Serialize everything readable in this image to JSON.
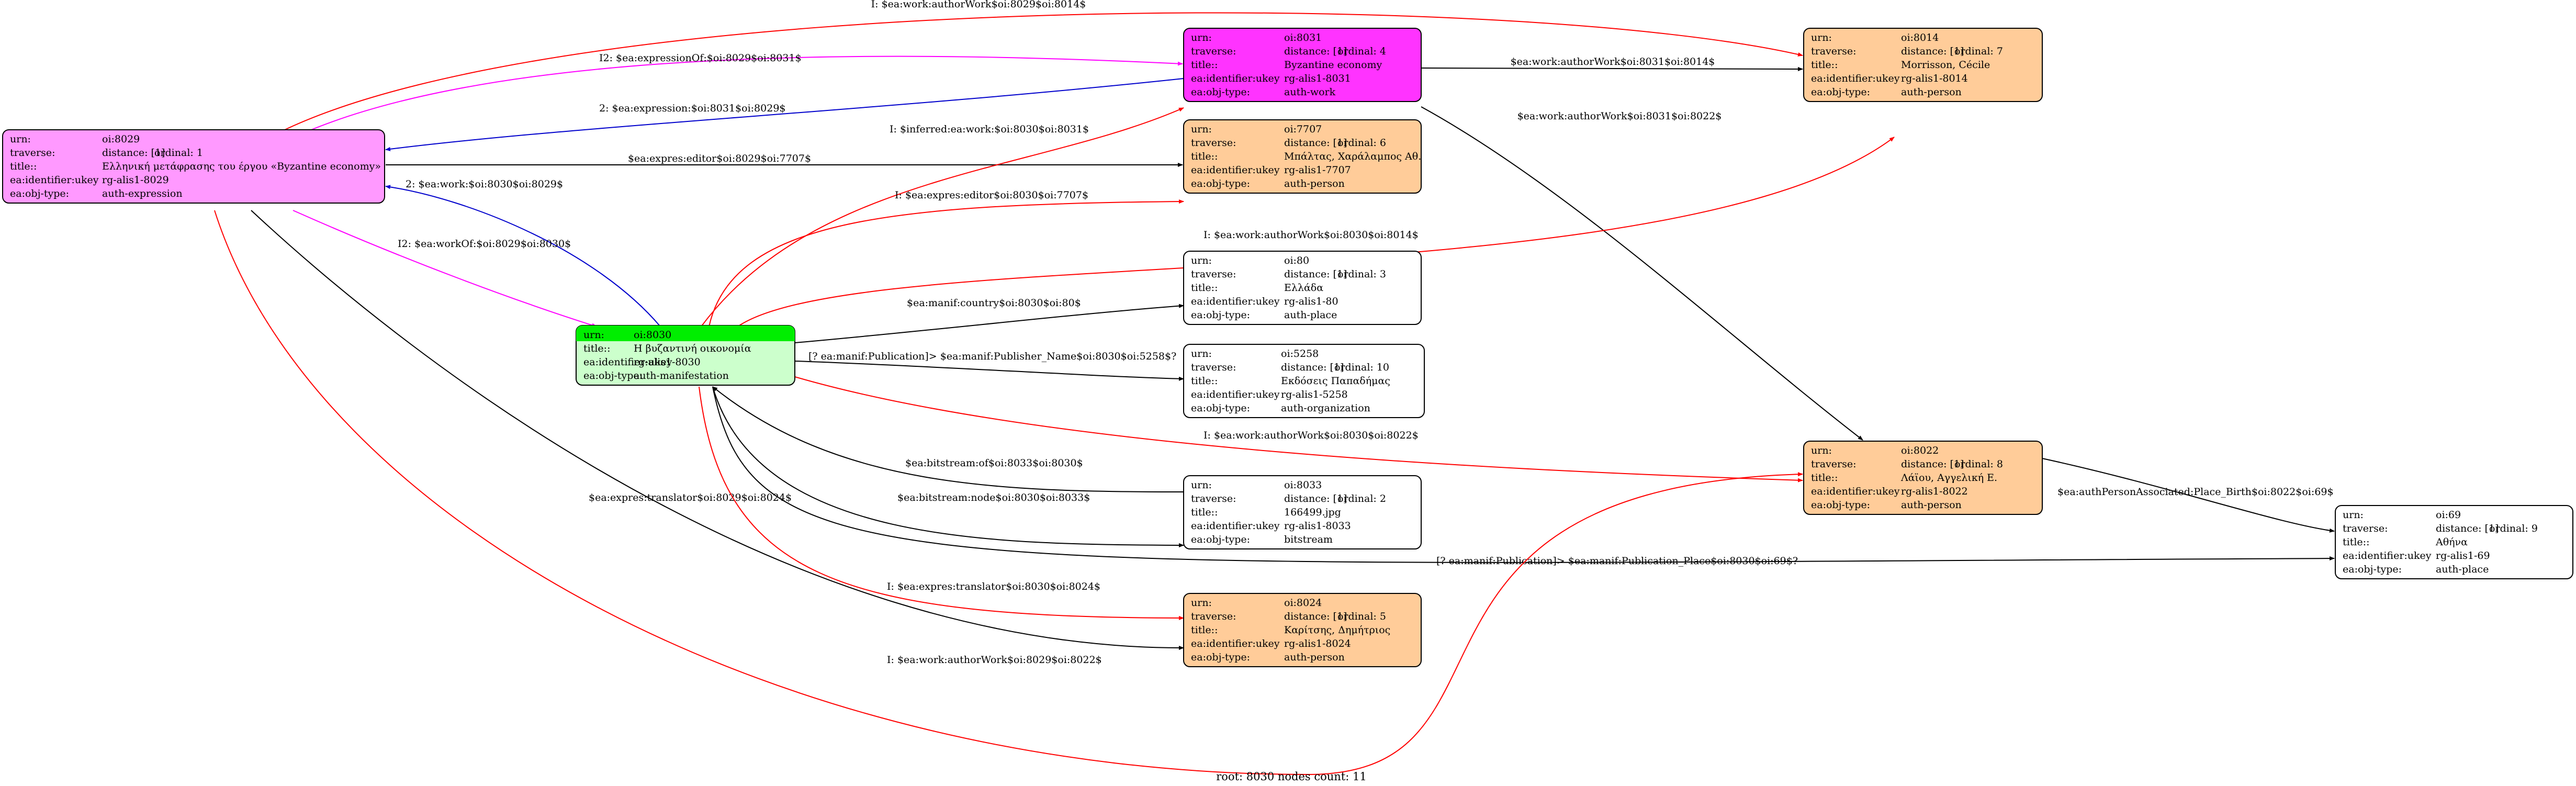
{
  "caption": "root: 8030 nodes count: 11",
  "colors": {
    "expression": "#ff99ff",
    "work": "#ff33ff",
    "person": "#ffcc99",
    "manifestation_row": "#00ee00",
    "manifestation_body": "#ccffcc",
    "plain": "#ffffff",
    "edge_black": "#000000",
    "edge_red": "#ff0000",
    "edge_blue": "#0000cc",
    "edge_magenta": "#ff00ff"
  },
  "nodes": [
    {
      "id": "n8029",
      "fill": "#ff99ff",
      "rows": [
        [
          "urn:",
          "oi:8029",
          ""
        ],
        [
          "traverse:",
          "distance: [1]",
          "ordinal: 1"
        ],
        [
          "title::",
          "Ελληνική μετάφρασης του έργου «Byzantine economy»",
          ""
        ],
        [
          "ea:identifier:ukey",
          "rg-alis1-8029",
          ""
        ],
        [
          "ea:obj-type:",
          "auth-expression",
          ""
        ]
      ]
    },
    {
      "id": "n8031",
      "fill": "#ff33ff",
      "rows": [
        [
          "urn:",
          "oi:8031",
          ""
        ],
        [
          "traverse:",
          "distance: [1]",
          "ordinal: 4"
        ],
        [
          "title::",
          "Byzantine economy",
          ""
        ],
        [
          "ea:identifier:ukey",
          "rg-alis1-8031",
          ""
        ],
        [
          "ea:obj-type:",
          "auth-work",
          ""
        ]
      ]
    },
    {
      "id": "n8014",
      "fill": "#ffcc99",
      "rows": [
        [
          "urn:",
          "oi:8014",
          ""
        ],
        [
          "traverse:",
          "distance: [1]",
          "ordinal: 7"
        ],
        [
          "title::",
          "Morrisson, Cécile",
          ""
        ],
        [
          "ea:identifier:ukey",
          "rg-alis1-8014",
          ""
        ],
        [
          "ea:obj-type:",
          "auth-person",
          ""
        ]
      ]
    },
    {
      "id": "n7707",
      "fill": "#ffcc99",
      "rows": [
        [
          "urn:",
          "oi:7707",
          ""
        ],
        [
          "traverse:",
          "distance: [1]",
          "ordinal: 6"
        ],
        [
          "title::",
          "Μπάλτας, Χαράλαμπος Αθ.",
          ""
        ],
        [
          "ea:identifier:ukey",
          "rg-alis1-7707",
          ""
        ],
        [
          "ea:obj-type:",
          "auth-person",
          ""
        ]
      ]
    },
    {
      "id": "n8030",
      "fill": "#ccffcc",
      "rows": [
        [
          "urn:",
          "oi:8030",
          ""
        ],
        [
          "title::",
          "Η βυζαντινή οικονομία",
          ""
        ],
        [
          "ea:identifier:ukey",
          "rg-alis1-8030",
          ""
        ],
        [
          "ea:obj-type:",
          "auth-manifestation",
          ""
        ]
      ]
    },
    {
      "id": "n80",
      "fill": "#ffffff",
      "rows": [
        [
          "urn:",
          "oi:80",
          ""
        ],
        [
          "traverse:",
          "distance: [1]",
          "ordinal: 3"
        ],
        [
          "title::",
          "Ελλάδα",
          ""
        ],
        [
          "ea:identifier:ukey",
          "rg-alis1-80",
          ""
        ],
        [
          "ea:obj-type:",
          "auth-place",
          ""
        ]
      ]
    },
    {
      "id": "n5258",
      "fill": "#ffffff",
      "rows": [
        [
          "urn:",
          "oi:5258",
          ""
        ],
        [
          "traverse:",
          "distance: [1]",
          "ordinal: 10"
        ],
        [
          "title::",
          "Εκδόσεις Παπαδήμας",
          ""
        ],
        [
          "ea:identifier:ukey",
          "rg-alis1-5258",
          ""
        ],
        [
          "ea:obj-type:",
          "auth-organization",
          ""
        ]
      ]
    },
    {
      "id": "n8022",
      "fill": "#ffcc99",
      "rows": [
        [
          "urn:",
          "oi:8022",
          ""
        ],
        [
          "traverse:",
          "distance: [1]",
          "ordinal: 8"
        ],
        [
          "title::",
          "Λάϊου, Αγγελική Ε.",
          ""
        ],
        [
          "ea:identifier:ukey",
          "rg-alis1-8022",
          ""
        ],
        [
          "ea:obj-type:",
          "auth-person",
          ""
        ]
      ]
    },
    {
      "id": "n8033",
      "fill": "#ffffff",
      "rows": [
        [
          "urn:",
          "oi:8033",
          ""
        ],
        [
          "traverse:",
          "distance: [1]",
          "ordinal: 2"
        ],
        [
          "title::",
          "166499.jpg",
          ""
        ],
        [
          "ea:identifier:ukey",
          "rg-alis1-8033",
          ""
        ],
        [
          "ea:obj-type:",
          "bitstream",
          ""
        ]
      ]
    },
    {
      "id": "n69",
      "fill": "#ffffff",
      "rows": [
        [
          "urn:",
          "oi:69",
          ""
        ],
        [
          "traverse:",
          "distance: [1]",
          "ordinal: 9"
        ],
        [
          "title::",
          "Αθήνα",
          ""
        ],
        [
          "ea:identifier:ukey",
          "rg-alis1-69",
          ""
        ],
        [
          "ea:obj-type:",
          "auth-place",
          ""
        ]
      ]
    },
    {
      "id": "n8024",
      "fill": "#ffcc99",
      "rows": [
        [
          "urn:",
          "oi:8024",
          ""
        ],
        [
          "traverse:",
          "distance: [1]",
          "ordinal: 5"
        ],
        [
          "title::",
          "Καρίτσης, Δημήτριος",
          ""
        ],
        [
          "ea:identifier:ukey",
          "rg-alis1-8024",
          ""
        ],
        [
          "ea:obj-type:",
          "auth-person",
          ""
        ]
      ]
    }
  ],
  "edges": [
    {
      "id": "e1",
      "color": "#ff0000",
      "label": "I: $ea:work:authorWork$oi:8029$oi:8014$"
    },
    {
      "id": "e2",
      "color": "#ff00ff",
      "label": "I2: $ea:expressionOf:$oi:8029$oi:8031$"
    },
    {
      "id": "e3",
      "color": "#0000cc",
      "label": "2: $ea:expression:$oi:8031$oi:8029$"
    },
    {
      "id": "e4",
      "color": "#000000",
      "label": "$ea:work:authorWork$oi:8031$oi:8014$"
    },
    {
      "id": "e5",
      "color": "#000000",
      "label": "$ea:work:authorWork$oi:8031$oi:8022$"
    },
    {
      "id": "e6",
      "color": "#000000",
      "label": "$ea:expres:editor$oi:8029$oi:7707$"
    },
    {
      "id": "e7",
      "color": "#ff0000",
      "label": "I: $inferred:ea:work:$oi:8030$oi:8031$"
    },
    {
      "id": "e8",
      "color": "#0000cc",
      "label": "2: $ea:work:$oi:8030$oi:8029$"
    },
    {
      "id": "e9",
      "color": "#ff0000",
      "label": "I: $ea:expres:editor$oi:8030$oi:7707$"
    },
    {
      "id": "e10",
      "color": "#ff00ff",
      "label": "I2: $ea:workOf:$oi:8029$oi:8030$"
    },
    {
      "id": "e11",
      "color": "#ff0000",
      "label": "I: $ea:work:authorWork$oi:8030$oi:8014$"
    },
    {
      "id": "e12",
      "color": "#000000",
      "label": "$ea:manif:country$oi:8030$oi:80$"
    },
    {
      "id": "e13",
      "color": "#000000",
      "label": "[? ea:manif:Publication]> $ea:manif:Publisher_Name$oi:8030$oi:5258$?"
    },
    {
      "id": "e14",
      "color": "#ff0000",
      "label": "I: $ea:work:authorWork$oi:8030$oi:8022$"
    },
    {
      "id": "e15",
      "color": "#000000",
      "label": "$ea:bitstream:of$oi:8033$oi:8030$"
    },
    {
      "id": "e16",
      "color": "#000000",
      "label": "$ea:bitstream:node$oi:8030$oi:8033$"
    },
    {
      "id": "e17",
      "color": "#000000",
      "label": "$ea:expres:translator$oi:8029$oi:8024$"
    },
    {
      "id": "e18",
      "color": "#ff0000",
      "label": "I: $ea:expres:translator$oi:8030$oi:8024$"
    },
    {
      "id": "e19",
      "color": "#000000",
      "label": "$ea:authPersonAssociated:Place_Birth$oi:8022$oi:69$"
    },
    {
      "id": "e20",
      "color": "#000000",
      "label": "[? ea:manif:Publication]> $ea:manif:Publication_Place$oi:8030$oi:69$?"
    },
    {
      "id": "e21",
      "color": "#ff0000",
      "label": "I: $ea:work:authorWork$oi:8029$oi:8022$"
    }
  ]
}
